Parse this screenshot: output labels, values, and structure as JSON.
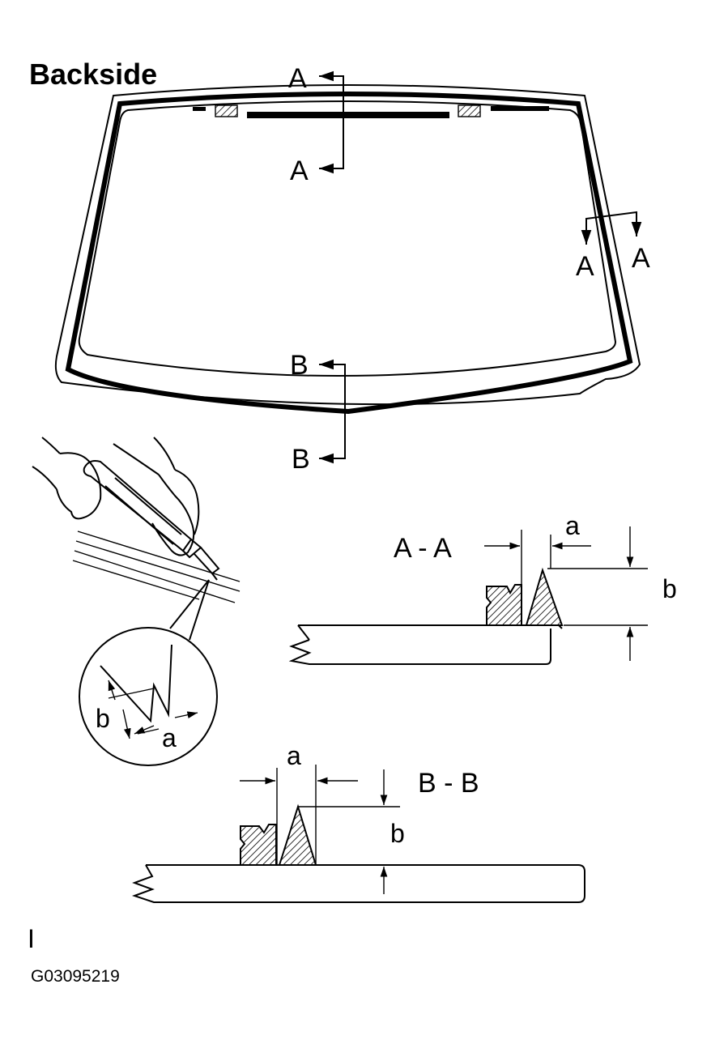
{
  "title": "Backside",
  "windshield": {
    "section_a_top_start": "A",
    "section_a_top_end": "A",
    "section_a_side_left": "A",
    "section_a_side_right": "A",
    "section_b_start": "B",
    "section_b_end": "B"
  },
  "detail_bubble": {
    "label_b": "b",
    "label_a": "a"
  },
  "section_aa": {
    "title": "A - A",
    "dim_a": "a",
    "dim_b": "b"
  },
  "section_bb": {
    "title": "B - B",
    "dim_a": "a",
    "dim_b": "b"
  },
  "footer": {
    "marker": "I",
    "figure_code": "G03095219"
  }
}
